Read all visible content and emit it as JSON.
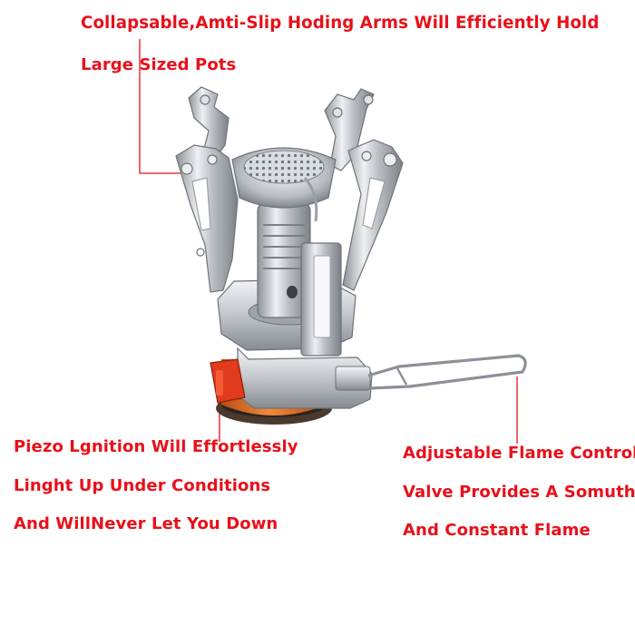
{
  "captions": {
    "top_line_1": "Collapsable,Amti-Slip Hoding Arms Will Efficiently Hold",
    "top_line_2": "Large Sized Pots",
    "left_line_1": "Piezo Lgnition Will Effortlessly",
    "left_line_2": "Linght Up Under Conditions",
    "left_line_3": "And WillNever Let You Down",
    "right_line_1": "Adjustable Flame Control",
    "right_line_2": "Valve Provides A Somuth",
    "right_line_3": "And Constant Flame"
  },
  "colors": {
    "caption_text": "#e8101a",
    "leader_line": "#e8101a",
    "steel": "#c9ccd1",
    "brass_orange": "#e8732a",
    "igniter_red": "#e23a1c"
  },
  "image": {
    "subject": "camping-stove-icon"
  }
}
